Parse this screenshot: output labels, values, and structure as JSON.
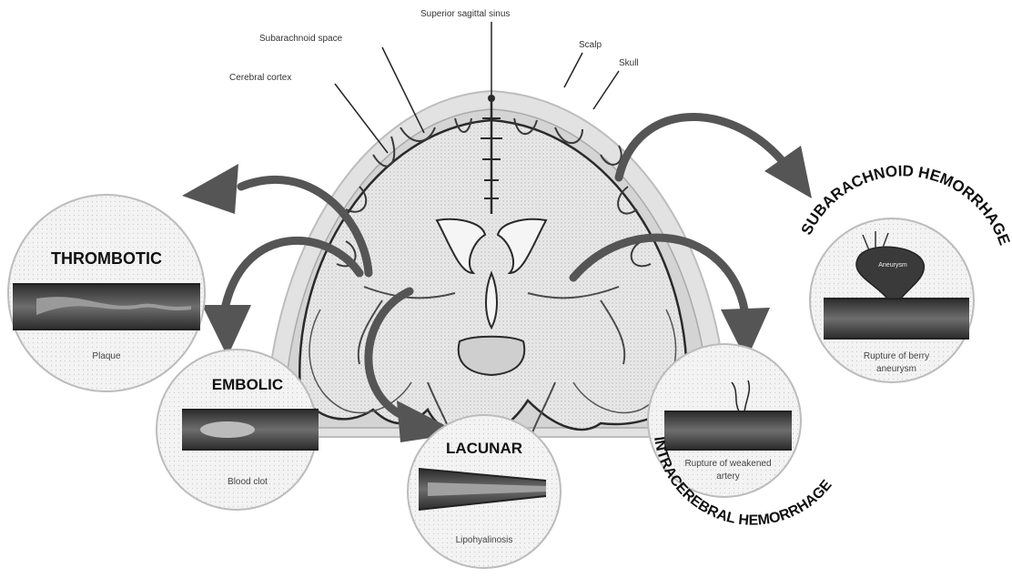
{
  "colors": {
    "arrow": "#5a5a5a",
    "tissue": "#e6e6e6",
    "scalp": "#dcdcdc",
    "outline": "#2a2a2a",
    "vessel": "#3c3c3c",
    "lumen": "#7a7a7a"
  },
  "brain_labels": {
    "superior_sagittal_sinus": "Superior sagittal sinus",
    "subarachnoid_space": "Subarachnoid space",
    "cerebral_cortex": "Cerebral cortex",
    "scalp": "Scalp",
    "skull": "Skull"
  },
  "panels": {
    "thrombotic": {
      "title": "THROMBOTIC",
      "caption": "Plaque"
    },
    "embolic": {
      "title": "EMBOLIC",
      "caption": "Blood clot"
    },
    "lacunar": {
      "title": "LACUNAR",
      "caption": "Lipohyalinosis"
    },
    "intracerebral": {
      "caption_line1": "Rupture of weakened",
      "caption_line2": "artery"
    },
    "subarachnoid": {
      "caption_line1": "Rupture of berry",
      "caption_line2": "aneurysm",
      "inner_label": "Aneurysm"
    }
  },
  "arc_titles": {
    "subarachnoid_hemorrhage": "SUBARACHNOID  HEMORRHAGE",
    "intracerebral_hemorrhage": "INTRACEREBRAL  HEMORRHAGE"
  },
  "icons": [
    "curved-arrow-icon"
  ]
}
